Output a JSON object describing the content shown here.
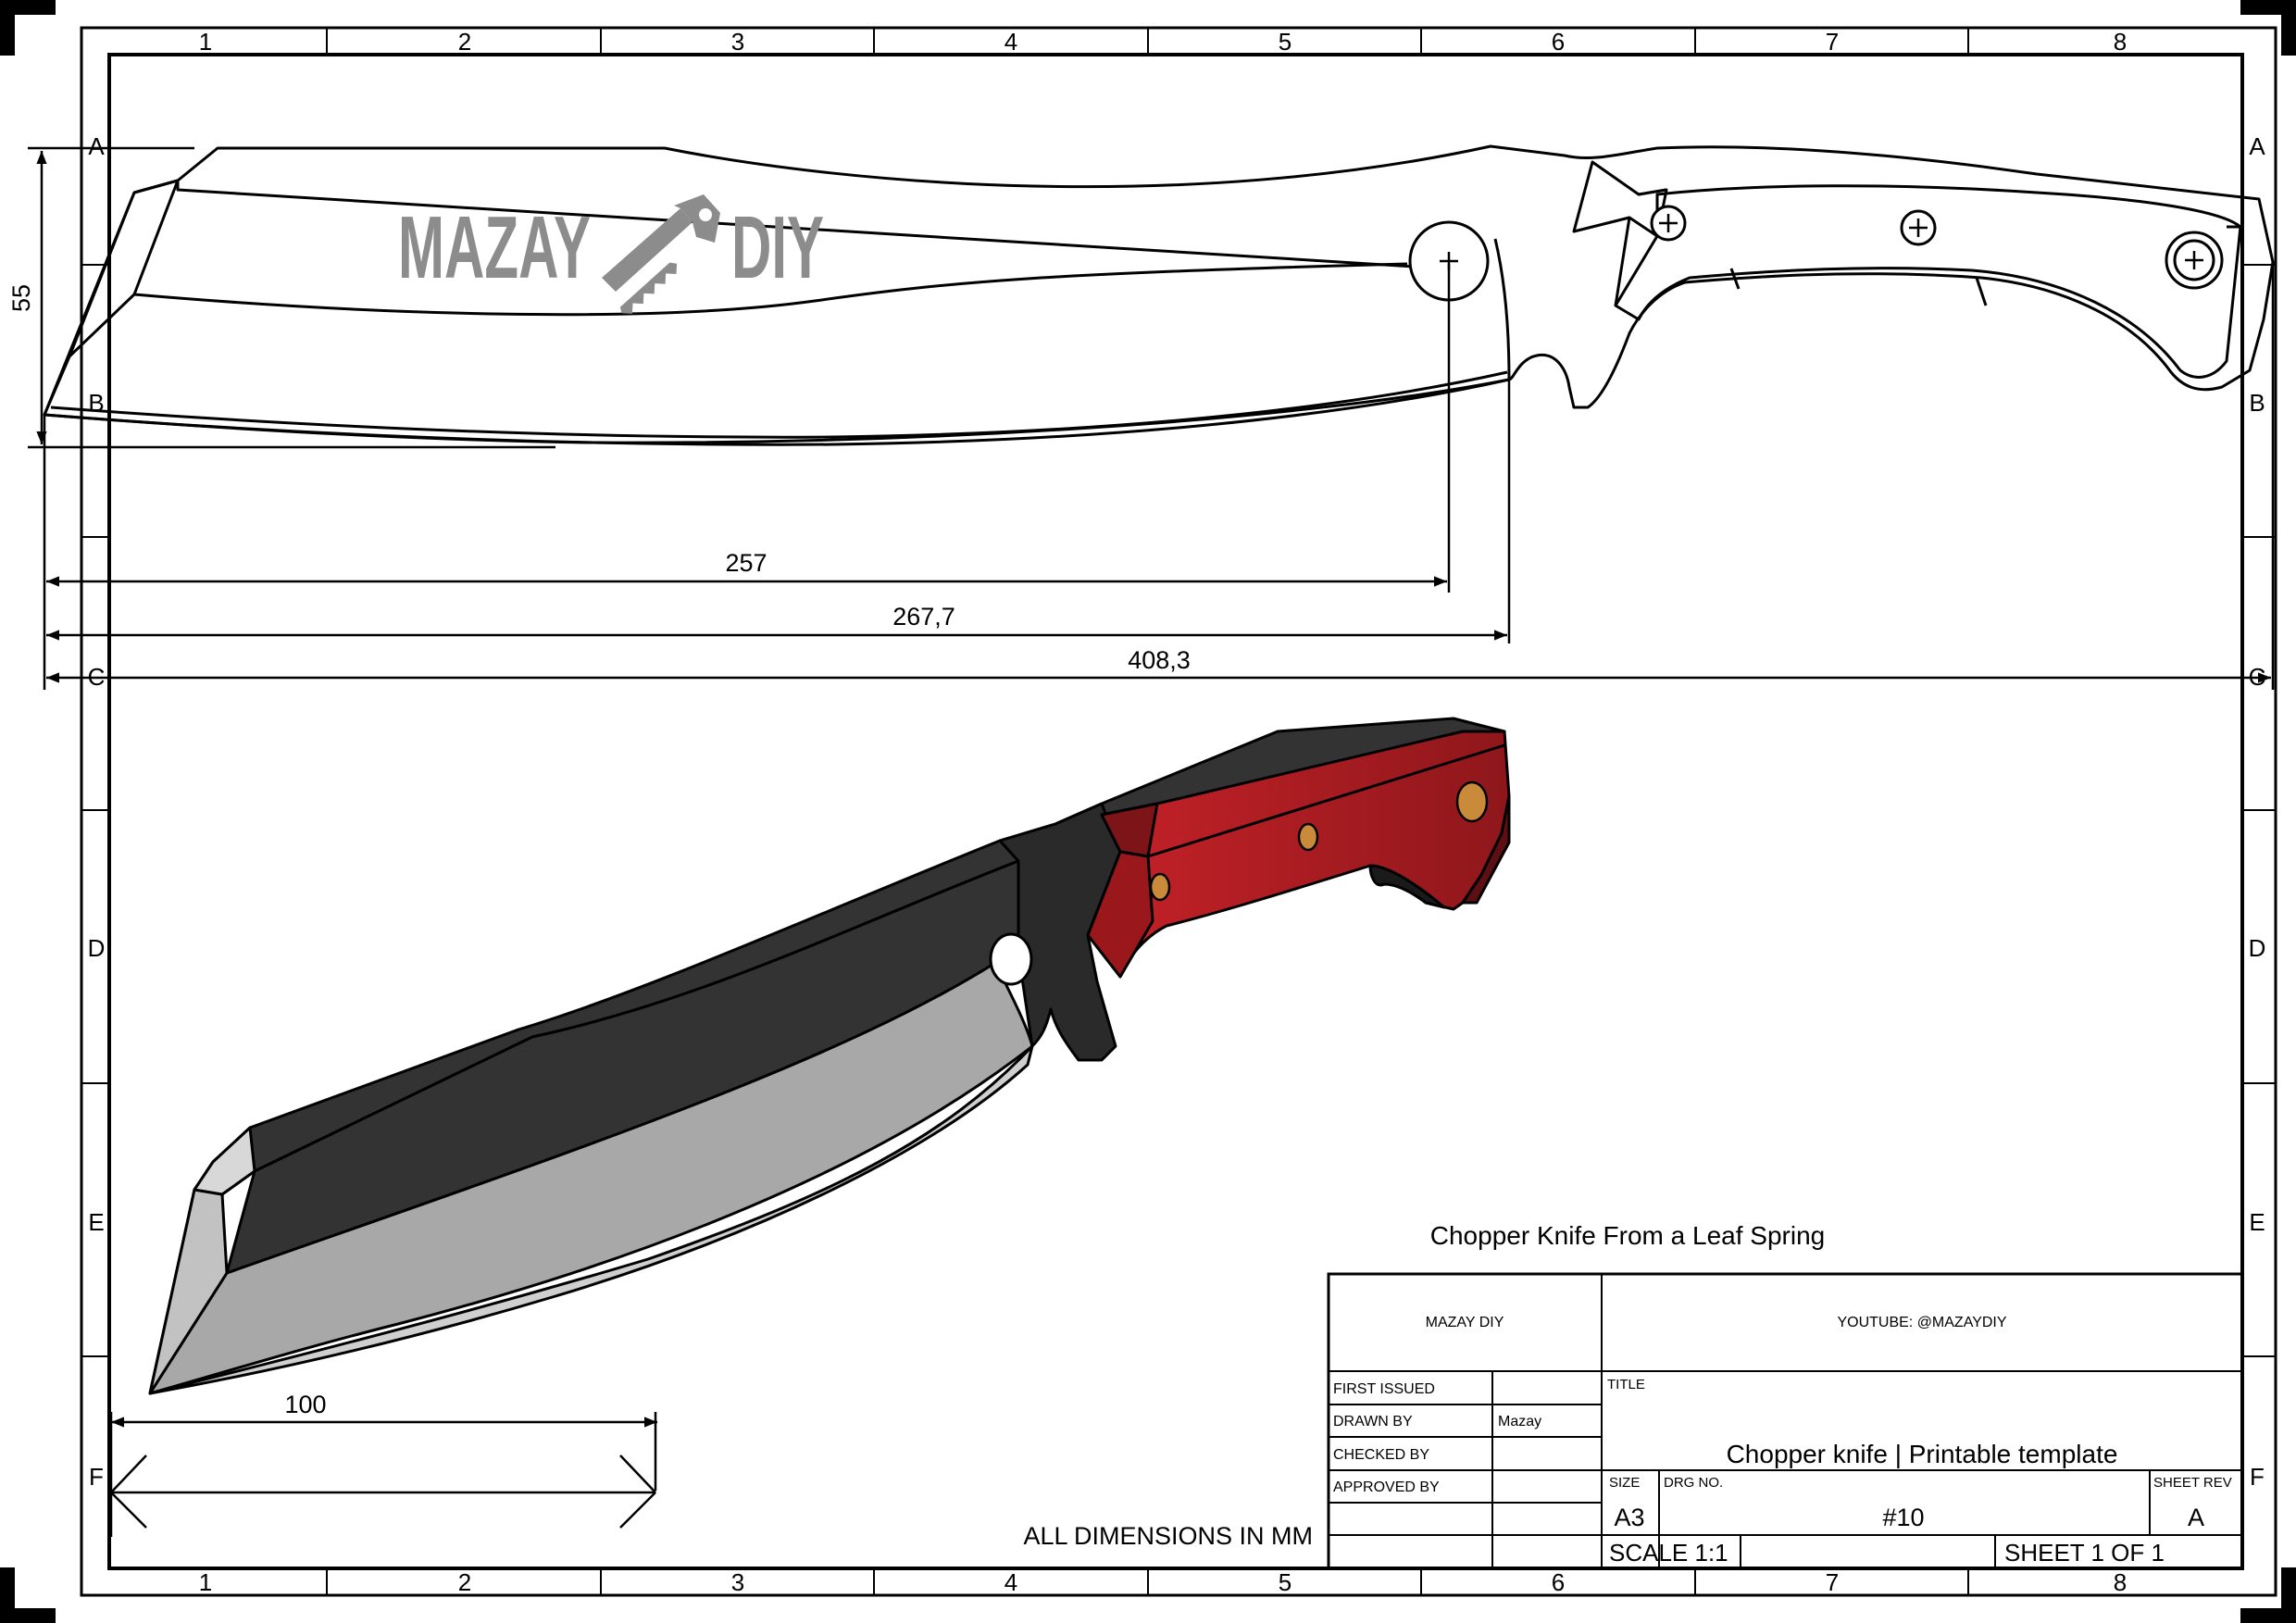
{
  "frame": {
    "columns": [
      "1",
      "2",
      "3",
      "4",
      "5",
      "6",
      "7",
      "8"
    ],
    "rows": [
      "A",
      "B",
      "C",
      "D",
      "E",
      "F"
    ]
  },
  "logo": {
    "text_left": "MAZAY",
    "text_right": "DIY"
  },
  "dimensions": {
    "height": "55",
    "hole_center": "257",
    "choil": "267,7",
    "overall": "408,3",
    "scale_bar": "100"
  },
  "notes": {
    "title": "Chopper Knife From a Leaf Spring",
    "units": "ALL DIMENSIONS IN MM"
  },
  "title_block": {
    "company": "MAZAY DIY",
    "youtube": "YOUTUBE: @MAZAYDIY",
    "first_issued_label": "FIRST ISSUED",
    "first_issued_value": "",
    "drawn_by_label": "DRAWN BY",
    "drawn_by_value": "Mazay",
    "checked_by_label": "CHECKED BY",
    "checked_by_value": "",
    "approved_by_label": "APPROVED BY",
    "approved_by_value": "",
    "title_label": "TITLE",
    "title_value": "Chopper knife | Printable template",
    "size_label": "SIZE",
    "size_value": "A3",
    "drg_label": "DRG NO.",
    "drg_value": "#10",
    "rev_label": "SHEET REV",
    "rev_value": "A",
    "scale": "SCALE 1:1",
    "sheet": "SHEET 1 OF 1"
  },
  "colors": {
    "line": "#000000",
    "logo_gray": "#8c8c8c",
    "blade_dark": "#333333",
    "blade_light": "#a8a8a8",
    "blade_edge": "#cfcfcf",
    "handle_red": "#b01d22",
    "handle_red_dark": "#7d1418",
    "pin_bronze": "#c98a3a"
  }
}
